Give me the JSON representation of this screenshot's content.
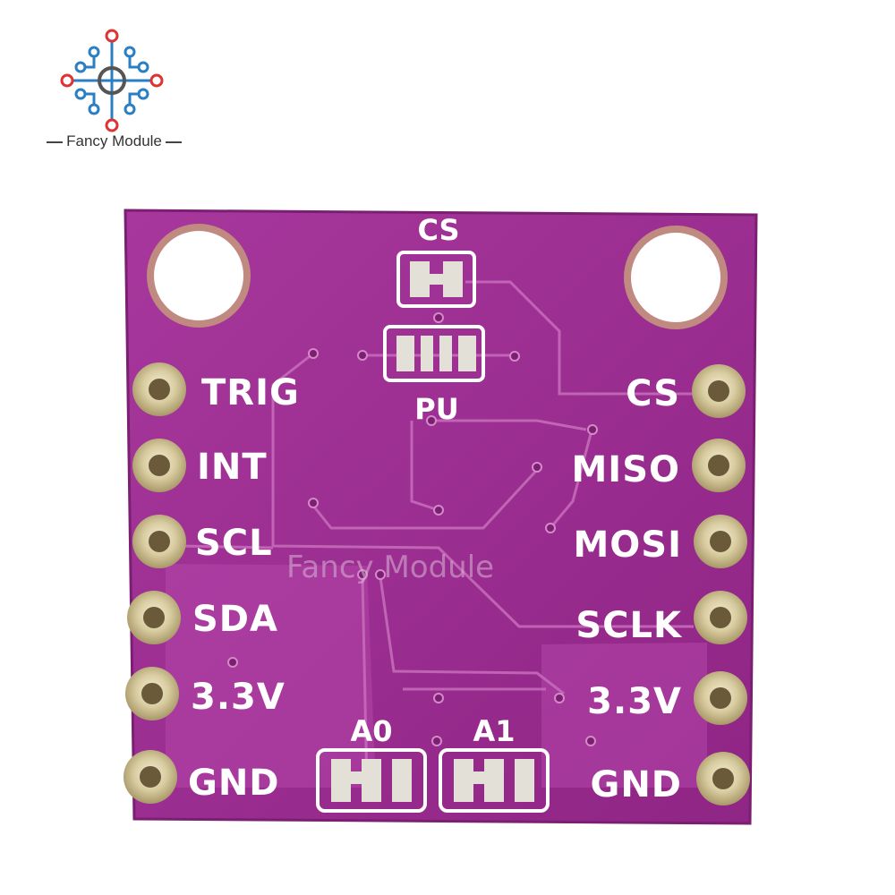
{
  "brand": {
    "name": "Fancy Module",
    "logo_icon": "circuit-board-icon"
  },
  "watermark": "Fancy Module",
  "board": {
    "color": "#9b2d91",
    "left_pins": [
      "TRIG",
      "INT",
      "SCL",
      "SDA",
      "3.3V",
      "GND"
    ],
    "right_pins": [
      "CS",
      "MISO",
      "MOSI",
      "SCLK",
      "3.3V",
      "GND"
    ],
    "jumpers": {
      "top_cs": "CS",
      "top_pu": "PU",
      "bottom_a0": "A0",
      "bottom_a1": "A1"
    }
  }
}
